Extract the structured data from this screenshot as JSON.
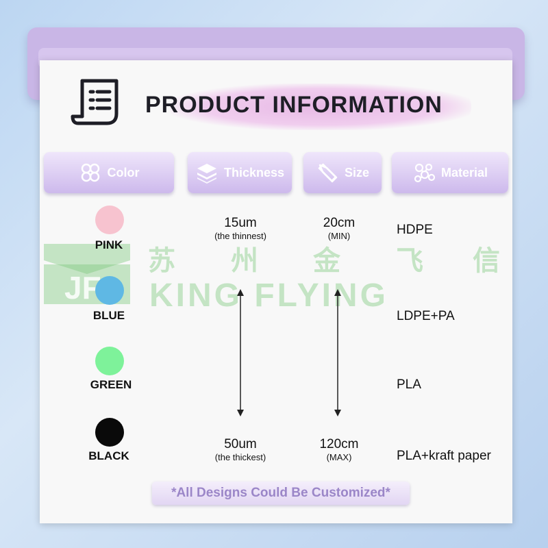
{
  "header": {
    "title": "PRODUCT INFORMATION",
    "icon": "document-list-icon"
  },
  "tabs": [
    {
      "label": "Color",
      "icon": "palette-icon"
    },
    {
      "label": "Thickness",
      "icon": "layers-icon"
    },
    {
      "label": "Size",
      "icon": "ruler-pencil-icon"
    },
    {
      "label": "Material",
      "icon": "molecule-icon"
    }
  ],
  "colors": [
    {
      "label": "PINK",
      "hex": "#f7c3cf"
    },
    {
      "label": "BLUE",
      "hex": "#5fb8e4"
    },
    {
      "label": "GREEN",
      "hex": "#7ef29a"
    },
    {
      "label": "BLACK",
      "hex": "#0a0a0a"
    }
  ],
  "thickness": {
    "min": {
      "value": "15um",
      "note": "(the thinnest)"
    },
    "max": {
      "value": "50um",
      "note": "(the thickest)"
    }
  },
  "size": {
    "min": {
      "value": "20cm",
      "note": "(MIN)"
    },
    "max": {
      "value": "120cm",
      "note": "(MAX)"
    }
  },
  "materials": [
    "HDPE",
    "LDPE+PA",
    "PLA",
    "PLA+kraft paper"
  ],
  "watermark": {
    "chinese": [
      "苏",
      "州",
      "金",
      "飞",
      "信"
    ],
    "english": "KING FLYING",
    "logo_text": "JF"
  },
  "footer": {
    "text": "*All Designs Could Be Customized*"
  },
  "theme": {
    "accent": "#cdb9ec",
    "footer_text": "#9b86c8"
  }
}
